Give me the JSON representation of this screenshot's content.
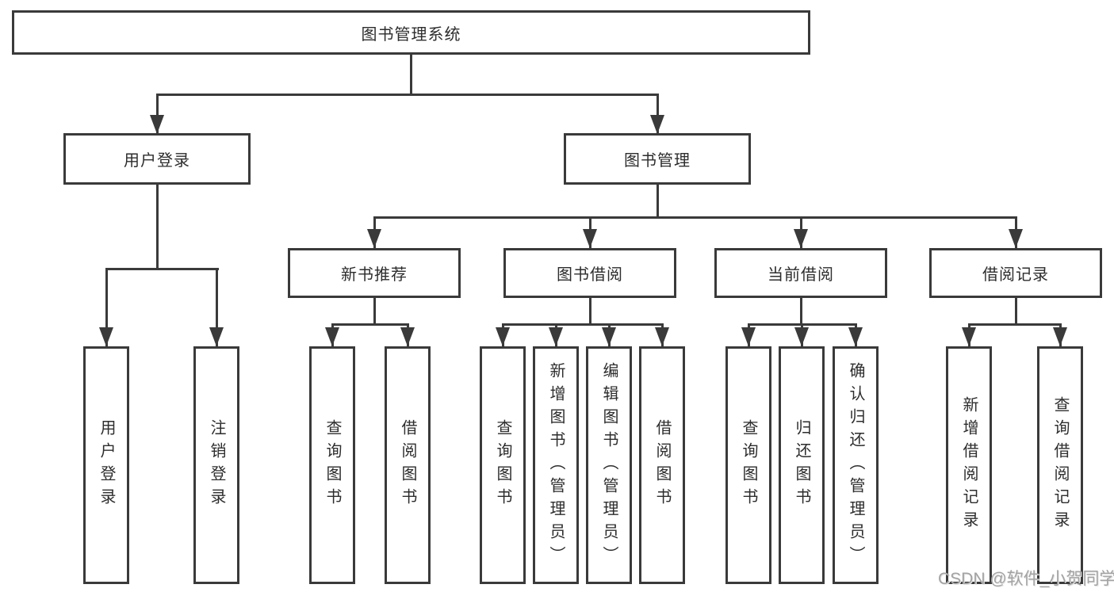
{
  "diagram": {
    "tree": {
      "label": "图书管理系统",
      "children": [
        {
          "label": "用户登录",
          "children": [
            {
              "label": "用户登录"
            },
            {
              "label": "注销登录"
            }
          ]
        },
        {
          "label": "图书管理",
          "children": [
            {
              "label": "新书推荐",
              "children": [
                {
                  "label": "查询图书"
                },
                {
                  "label": "借阅图书"
                }
              ]
            },
            {
              "label": "图书借阅",
              "children": [
                {
                  "label": "查询图书"
                },
                {
                  "label": "新增图书（管理员）"
                },
                {
                  "label": "编辑图书（管理员）"
                },
                {
                  "label": "借阅图书"
                }
              ]
            },
            {
              "label": "当前借阅",
              "children": [
                {
                  "label": "查询图书"
                },
                {
                  "label": "归还图书"
                },
                {
                  "label": "确认归还（管理员）"
                }
              ]
            },
            {
              "label": "借阅记录",
              "children": [
                {
                  "label": "新增借阅记录"
                },
                {
                  "label": "查询借阅记录"
                }
              ]
            }
          ]
        }
      ]
    }
  },
  "watermark": {
    "text": "CSDN @软件_小贺同学"
  },
  "colors": {
    "line": "#3a3a3a",
    "text": "#2d2d2d",
    "background": "#ffffff",
    "watermark": "#a3a3a3"
  }
}
